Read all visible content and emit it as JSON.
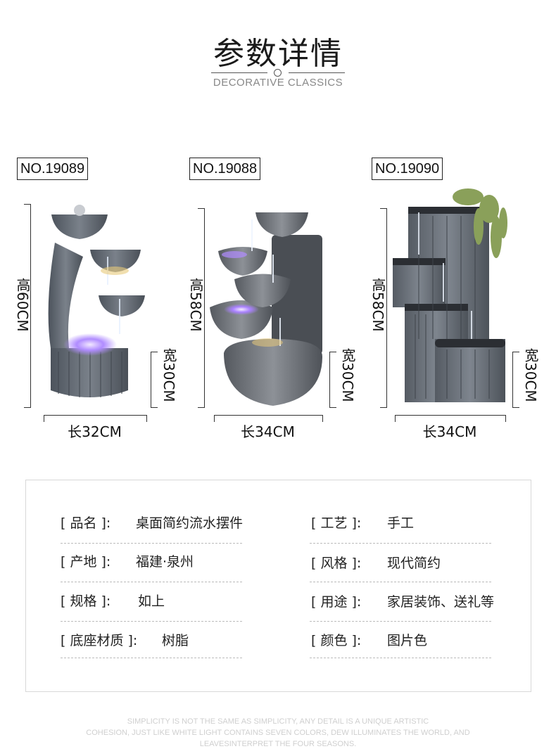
{
  "header": {
    "title": "参数详情",
    "subtitle": "DECORATIVE CLASSICS"
  },
  "products": [
    {
      "model": "NO.19089",
      "height": "高60CM",
      "width": "宽30CM",
      "length": "长32CM"
    },
    {
      "model": "NO.19088",
      "height": "高58CM",
      "width": "宽30CM",
      "length": "长34CM"
    },
    {
      "model": "NO.19090",
      "height": "高58CM",
      "width": "宽30CM",
      "length": "长34CM"
    }
  ],
  "params": {
    "left": [
      {
        "label": "[ 品名 ]:",
        "value": "桌面简约流水摆件"
      },
      {
        "label": "[ 产地 ]:",
        "value": "福建·泉州"
      },
      {
        "label": "[ 规格 ]:",
        "value": "如上"
      },
      {
        "label": "[ 底座材质 ]:",
        "value": "树脂"
      }
    ],
    "right": [
      {
        "label": "[ 工艺 ]:",
        "value": "手工"
      },
      {
        "label": "[ 风格 ]:",
        "value": "现代简约"
      },
      {
        "label": "[ 用途 ]:",
        "value": "家居装饰、送礼等"
      },
      {
        "label": "[ 颜色 ]:",
        "value": "图片色"
      }
    ]
  },
  "footer": {
    "line1": "SIMPLICITY IS NOT THE SAME AS SIMPLICITY, ANY DETAIL IS A UNIQUE ARTISTIC",
    "line2": "COHESION, JUST LIKE WHITE LIGHT CONTAINS SEVEN COLORS, DEW ILLUMINATES THE WORLD, AND",
    "line3": "LEAVESINTERPRET THE FOUR SEASONS."
  },
  "colors": {
    "stone": "#5f6670",
    "stone_light": "#8a9099",
    "water_glow": "#b08cff",
    "warm_light": "#e8c97a"
  }
}
